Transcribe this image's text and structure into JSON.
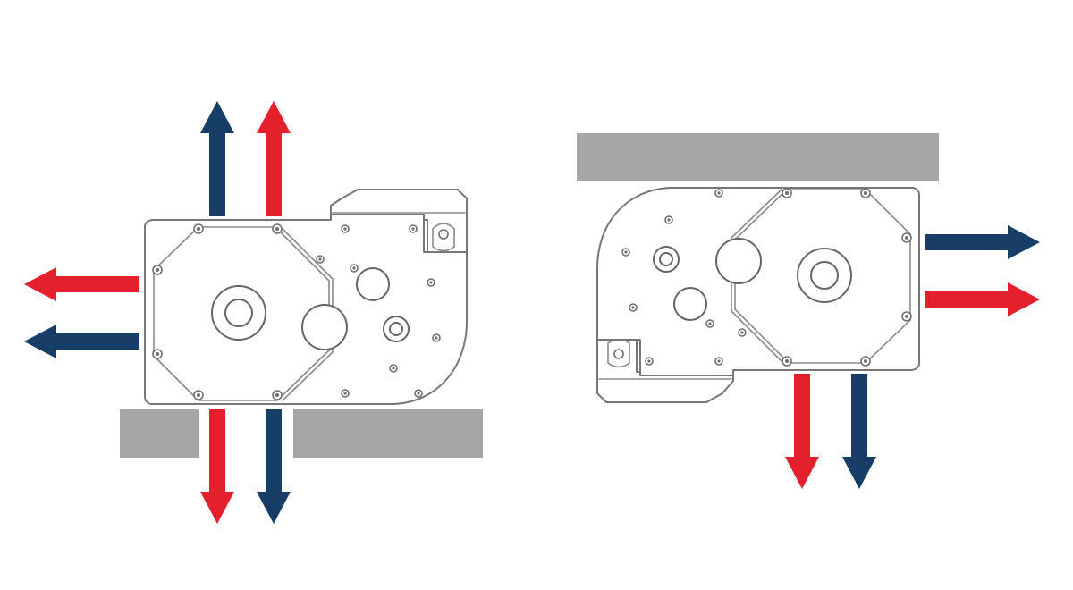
{
  "colors": {
    "background": "#ffffff",
    "wall": "#a6a6a6",
    "arrow_red": "#e4202c",
    "arrow_blue": "#173e66",
    "outline": "#777777"
  },
  "arrows": [
    {
      "id": "left-unit-up-blue",
      "color": "arrow_blue",
      "direction": "up"
    },
    {
      "id": "left-unit-up-red",
      "color": "arrow_red",
      "direction": "up"
    },
    {
      "id": "left-unit-left-red",
      "color": "arrow_red",
      "direction": "left"
    },
    {
      "id": "left-unit-left-blue",
      "color": "arrow_blue",
      "direction": "left"
    },
    {
      "id": "left-unit-down-red",
      "color": "arrow_red",
      "direction": "down"
    },
    {
      "id": "left-unit-down-blue",
      "color": "arrow_blue",
      "direction": "down"
    },
    {
      "id": "right-unit-right-blue",
      "color": "arrow_blue",
      "direction": "right"
    },
    {
      "id": "right-unit-right-red",
      "color": "arrow_red",
      "direction": "right"
    },
    {
      "id": "right-unit-down-red",
      "color": "arrow_red",
      "direction": "down"
    },
    {
      "id": "right-unit-down-blue",
      "color": "arrow_blue",
      "direction": "down"
    }
  ]
}
